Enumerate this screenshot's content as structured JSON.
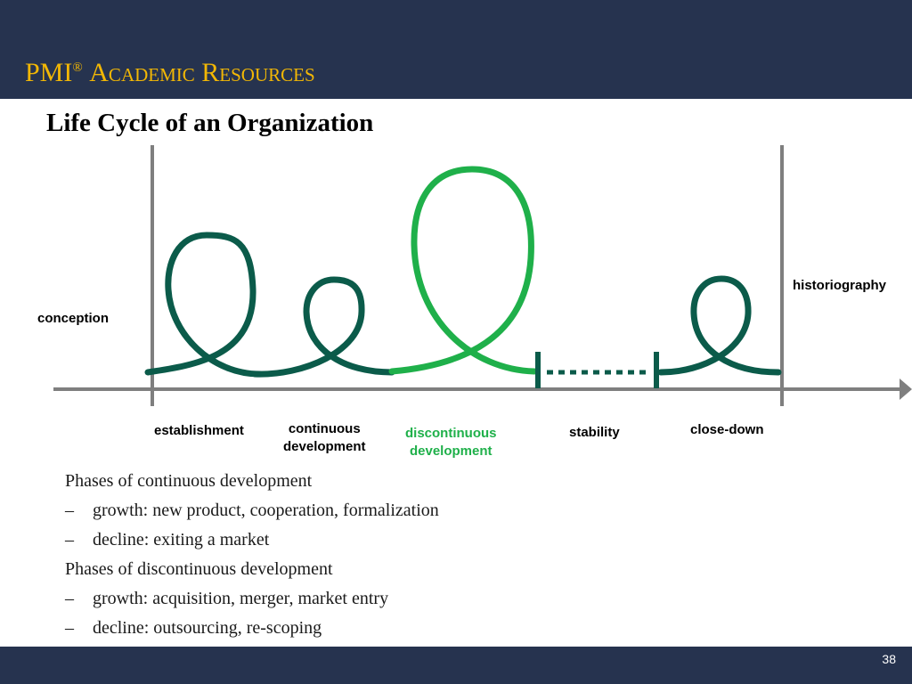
{
  "header": {
    "brand_pmi": "PMI",
    "brand_registered": "®",
    "brand_academic": "Academic Resources"
  },
  "slide": {
    "title": "Life Cycle of an Organization",
    "page_number": "38"
  },
  "diagram": {
    "labels": {
      "conception": "conception",
      "historiography": "historiography",
      "establishment": "establishment",
      "continuous_development": "continuous\ndevelopment",
      "discontinuous_development": "discontinuous\ndevelopment",
      "stability": "stability",
      "close_down": "close-down"
    },
    "colors": {
      "dark_green": "#0b5b4a",
      "bright_green": "#1fb04a",
      "axis_gray": "#7f7f7f",
      "header_navy": "#26334f",
      "brand_gold": "#f2b705"
    }
  },
  "notes": [
    {
      "dash": "",
      "text": "Phases of continuous development"
    },
    {
      "dash": "–",
      "text": "growth: new product, cooperation, formalization"
    },
    {
      "dash": "–",
      "text": "decline: exiting a market"
    },
    {
      "dash": "",
      "text": "Phases of discontinuous development"
    },
    {
      "dash": "–",
      "text": "growth: acquisition, merger, market entry"
    },
    {
      "dash": "–",
      "text": "decline: outsourcing, re-scoping"
    }
  ]
}
